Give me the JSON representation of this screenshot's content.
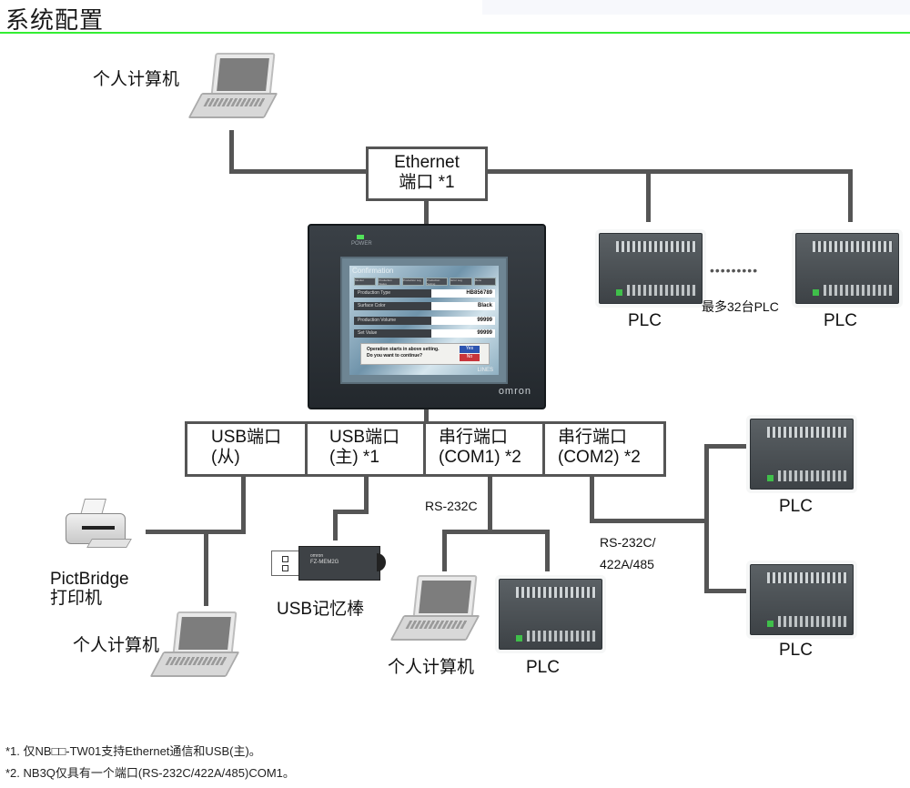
{
  "page_title": "系统配置",
  "colors": {
    "rule": "#33ee33",
    "wire": "#555555",
    "power_led": "#52e35a"
  },
  "top": {
    "pc_label": "个人计算机",
    "ethernet_port": {
      "line1": "Ethernet",
      "line2": "端口  *1"
    },
    "plc_left_label": "PLC",
    "plc_right_label": "PLC",
    "plc_count_note": "最多32台PLC",
    "ellipsis": "•••••••••"
  },
  "hmi": {
    "power_label": "POWER",
    "screen_title": "Confirmation",
    "screen_buttons": [
      "Monitor",
      "Production Status",
      "Production Log",
      "Production Setting",
      "Error Log",
      "Menu"
    ],
    "screen_rows": [
      {
        "key": "Production Type",
        "value": "HB856789"
      },
      {
        "key": "Surface Color",
        "value": "Black"
      },
      {
        "key": "Production Volume",
        "value": "99999"
      },
      {
        "key": "Set Value",
        "value": "99999"
      }
    ],
    "dialog_line1": "Operation starts in above setting.",
    "dialog_line2": "Do you want to continue?",
    "yes": "Yes",
    "no": "No",
    "lines_logo": "LINES",
    "brand": "omron"
  },
  "ports": [
    {
      "line1": "USB端口",
      "line2": "(从)"
    },
    {
      "line1": "USB端口",
      "line2": "(主)  *1"
    },
    {
      "line1": "串行端口",
      "line2": "(COM1) *2"
    },
    {
      "line1": "串行端口",
      "line2": "(COM2) *2"
    }
  ],
  "bottom": {
    "printer_label_line1": "PictBridge",
    "printer_label_line2": "打印机",
    "pc_usb_label": "个人计算机",
    "usb_stick_label": "USB记忆棒",
    "usb_stick_brand": "omron",
    "usb_stick_model": "FZ-MEM2G",
    "rs232c_label": "RS-232C",
    "pc_com1_label": "个人计算机",
    "plc_com1_label": "PLC",
    "com2_protocol_line1": "RS-232C/",
    "com2_protocol_line2": "422A/485",
    "plc_com2_top_label": "PLC",
    "plc_com2_bottom_label": "PLC"
  },
  "footnotes": [
    "*1. 仅NB□□-TW01支持Ethernet通信和USB(主)。",
    "*2. NB3Q仅具有一个端口(RS-232C/422A/485)COM1。"
  ]
}
